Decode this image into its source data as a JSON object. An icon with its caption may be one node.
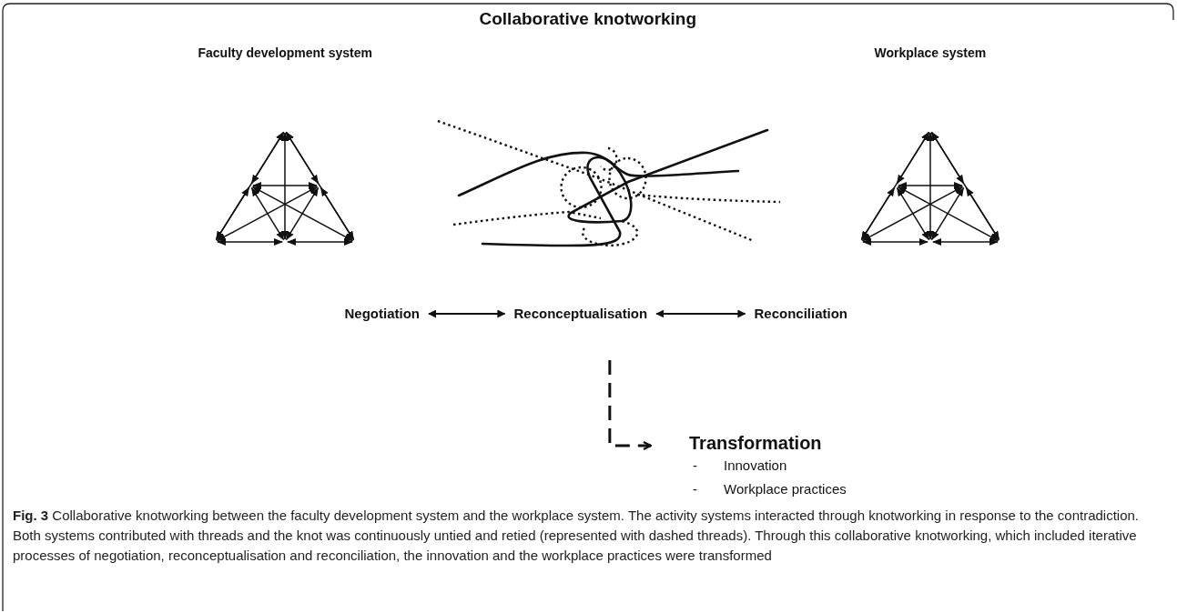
{
  "diagram": {
    "title": "Collaborative knotworking",
    "caption": "**Fig. 3** Collaborative knotworking between the faculty development system and the workplace system. The activity systems interacted through knotworking in response to the contradiction. Both systems contributed with threads and the knot was continuously untied and retied (represented with dashed threads). Through this collaborative knotworking, which included iterative processes of negotiation, reconceptualisation and reconciliation, the innovation and the workplace practices were transformed",
    "nodes": [
      {
        "text": [
          "Negotiation"
        ]
      },
      {
        "text": [
          "Reconceptualisation"
        ]
      },
      {
        "text": [
          "Reconciliation"
        ]
      },
      {
        "text": [
          "Transformation",
          "-",
          "Innovation",
          "-",
          "Workplace practices"
        ]
      }
    ],
    "edges": [
      {
        "from": 0,
        "to": 1,
        "arrow": "both"
      },
      {
        "from": 1,
        "to": 2,
        "arrow": "both"
      },
      {
        "from": 1,
        "to": 3,
        "arrow": "to",
        "style": "dashed"
      }
    ],
    "labels": [
      "Faculty development system",
      "Workplace system"
    ]
  }
}
